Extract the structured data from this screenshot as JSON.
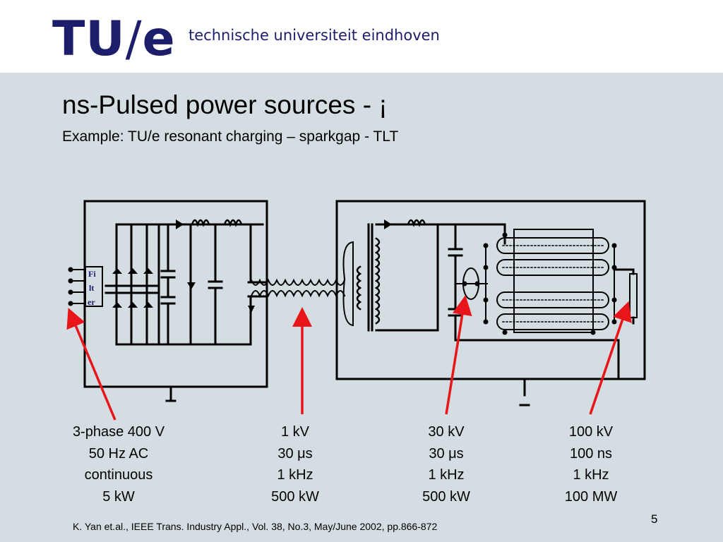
{
  "header": {
    "logo": {
      "left": "TU",
      "slash": "/",
      "right": "e"
    },
    "university": "technische universiteit eindhoven"
  },
  "slide": {
    "title": "ns-Pulsed power sources  -  ¡",
    "subtitle": "Example: TU/e resonant charging – sparkgap - TLT",
    "filter_label": [
      "Fi",
      "lt",
      "er"
    ],
    "specs": [
      {
        "lines": [
          "3-phase 400 V",
          "50 Hz AC",
          "continuous",
          "5 kW"
        ]
      },
      {
        "lines": [
          "1 kV",
          "30 μs",
          "1 kHz",
          "500 kW"
        ]
      },
      {
        "lines": [
          "30 kV",
          "30 μs",
          "1 kHz",
          "500 kW"
        ]
      },
      {
        "lines": [
          "100 kV",
          "100 ns",
          "1 kHz",
          "100 MW"
        ]
      }
    ],
    "citation": "K. Yan et.al., IEEE Trans. Industry Appl., Vol. 38, No.3, May/June 2002, pp.866-872",
    "page_number": "5"
  },
  "colors": {
    "background": "#d4dde1",
    "header": "#ffffff",
    "brand": "#1c1d6b",
    "arrow": "#e8161b",
    "wire": "#000000"
  }
}
